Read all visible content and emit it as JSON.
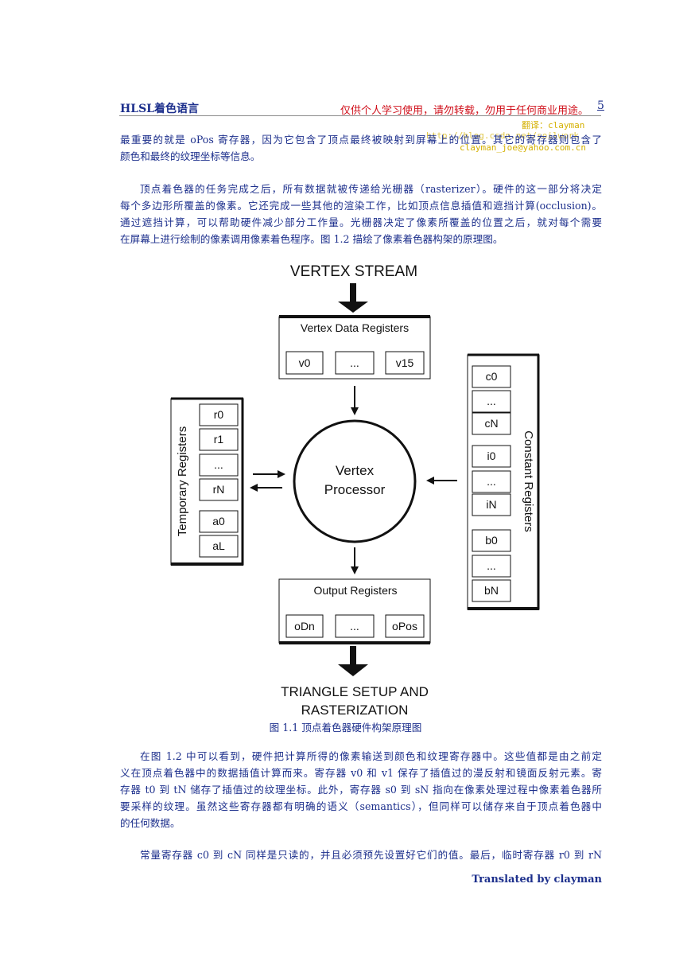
{
  "header": {
    "title": "HLSL着色语言",
    "notice": "仅供个人学习使用，请勿转载，勿用于任何商业用途。",
    "page_number": "5"
  },
  "watermark": {
    "translator": "翻译：clayman",
    "blog": "http://blog.csdn.net/soilwork",
    "email": "clayman_joe@yahoo.com.cn"
  },
  "paragraphs": [
    [
      "最重要的就是 oPos 寄存器，因为它包含了顶点最终被映射到屏幕上的位置。其它的寄存器则包含了",
      "颜色和最终的纹理坐标等信息。"
    ],
    [
      "顶点着色器的任务完成之后，所有数据就被传递给光栅器（rasterizer）。硬件的这一部分将决定",
      "每个多边形所覆盖的像素。它还完成一些其他的渲染工作，比如顶点信息插值和遮挡计算(occlusion)。",
      "通过遮挡计算，可以帮助硬件减少部分工作量。光栅器决定了像素所覆盖的位置之后，就对每个需要",
      "在屏幕上进行绘制的像素调用像素着色程序。图 1.2 描绘了像素着色器构架的原理图。"
    ],
    [
      "在图 1.2 中可以看到，硬件把计算所得的像素输送到颜色和纹理寄存器中。这些值都是由之前定",
      "义在顶点着色器中的数据插值计算而来。寄存器 v0 和 v1 保存了插值过的漫反射和镜面反射元素。寄",
      "存器 t0 到 tN 储存了插值过的纹理坐标。此外，寄存器 s0 到 sN 指向在像素处理过程中像素着色器所",
      "要采样的纹理。虽然这些寄存器都有明确的语义（semantics），但同样可以储存来自于顶点着色器中",
      "的任何数据。"
    ],
    [
      "常量寄存器 c0 到 cN 同样是只读的，并且必须预先设置好它们的值。最后，临时寄存器 r0 到 rN"
    ]
  ],
  "diagram": {
    "top_label": "VERTEX STREAM",
    "input_box": {
      "title": "Vertex Data Registers",
      "cells": [
        "v0",
        "...",
        "v15"
      ]
    },
    "processor": {
      "line1": "Vertex",
      "line2": "Processor"
    },
    "output_box": {
      "title": "Output Registers",
      "cells": [
        "oDn",
        "...",
        "oPos"
      ]
    },
    "temporary": {
      "label": "Temporary Registers",
      "cells": [
        "r0",
        "r1",
        "...",
        "rN",
        "a0",
        "aL"
      ]
    },
    "constant": {
      "label": "Constant Registers",
      "cells": [
        "c0",
        "...",
        "cN",
        "i0",
        "...",
        "iN",
        "b0",
        "...",
        "bN"
      ]
    },
    "bottom_label_line1": "TRIANGLE SETUP AND",
    "bottom_label_line2": "RASTERIZATION"
  },
  "caption": "图  1.1  顶点着色器硬件构架原理图",
  "footer": "Translated by clayman"
}
